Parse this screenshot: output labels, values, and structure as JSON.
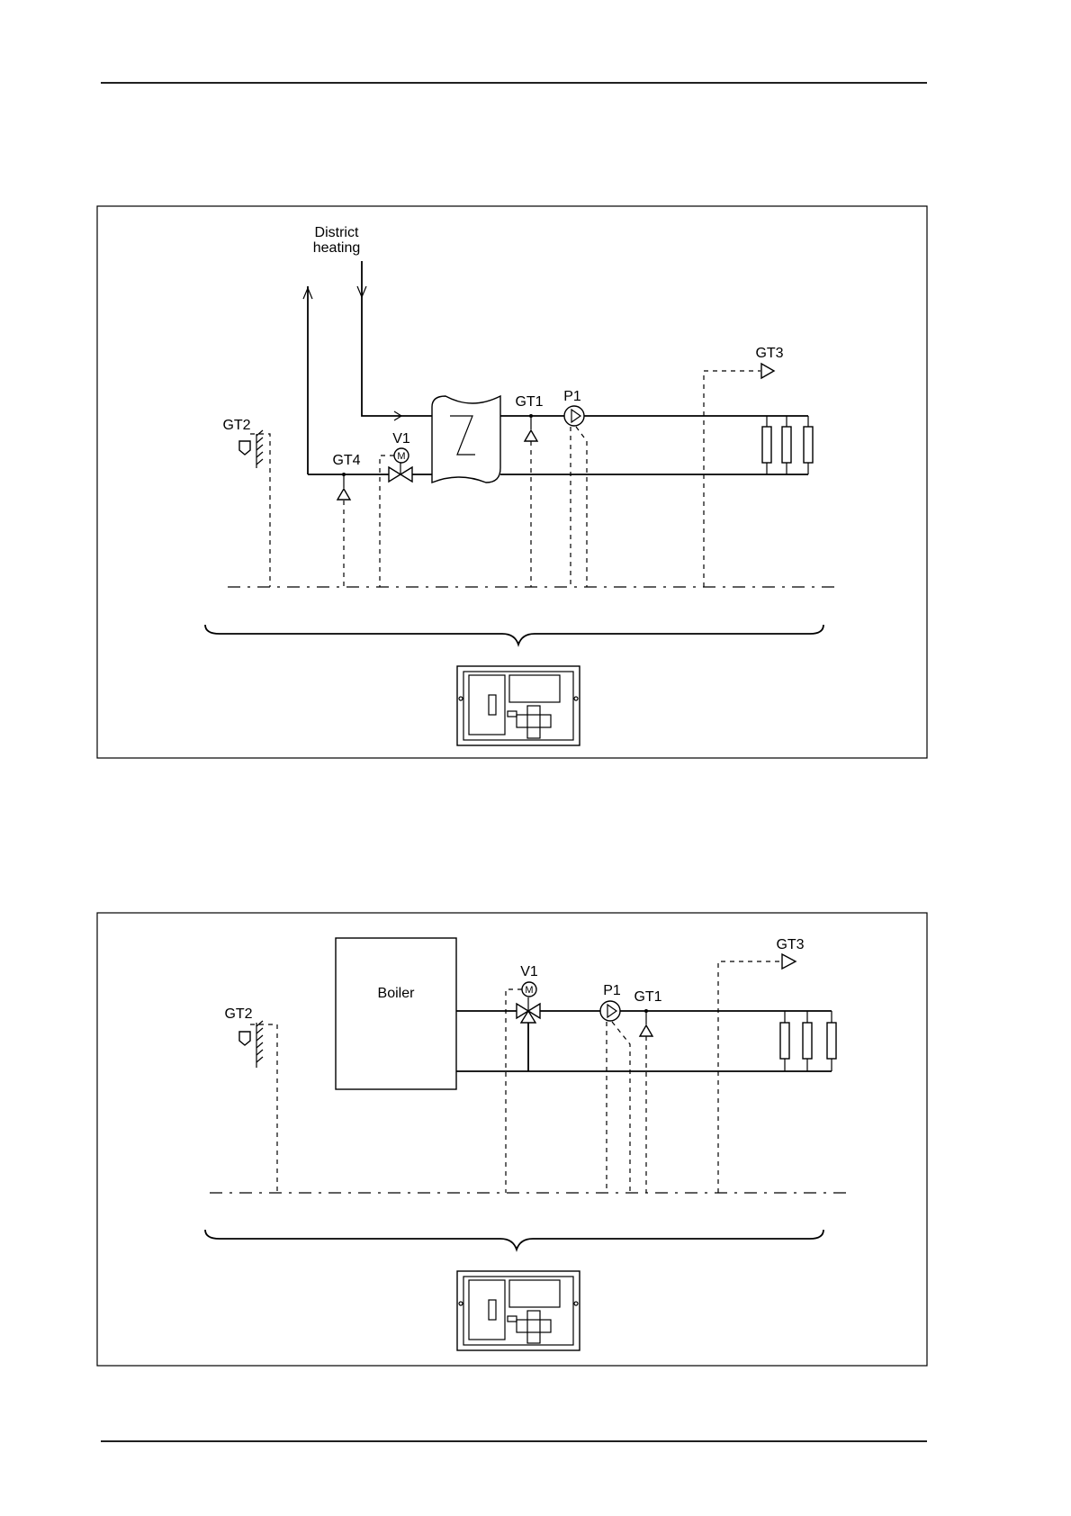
{
  "diagram1": {
    "supply_label_line1": "District",
    "supply_label_line2": "heating",
    "gt1": "GT1",
    "gt2": "GT2",
    "gt3": "GT3",
    "gt4": "GT4",
    "p1": "P1",
    "v1": "V1",
    "motor": "M"
  },
  "diagram2": {
    "boiler": "Boiler",
    "gt1": "GT1",
    "gt2": "GT2",
    "gt3": "GT3",
    "p1": "P1",
    "v1": "V1",
    "motor": "M"
  }
}
